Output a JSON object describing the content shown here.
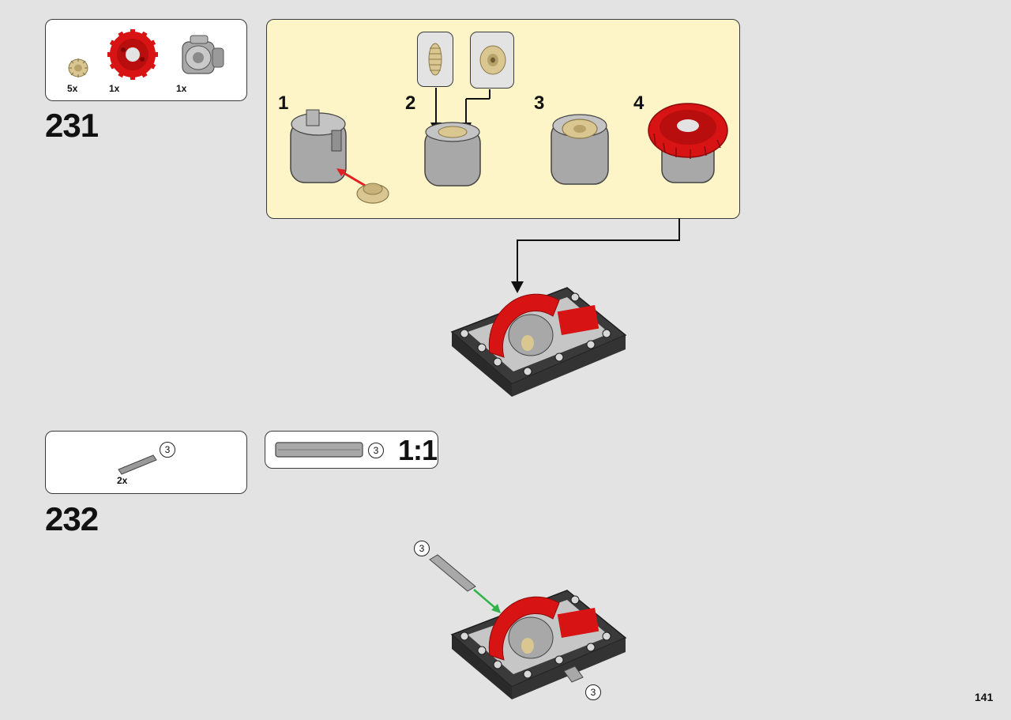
{
  "page_number": "141",
  "steps": [
    {
      "number": "231",
      "parts": [
        {
          "qty": "5x",
          "icon": "tan-bevel-gear-icon"
        },
        {
          "qty": "1x",
          "icon": "red-gear-icon"
        },
        {
          "qty": "1x",
          "icon": "gray-differential-housing-icon"
        }
      ],
      "substeps": [
        "1",
        "2",
        "3",
        "4"
      ]
    },
    {
      "number": "232",
      "parts": [
        {
          "qty": "2x",
          "icon": "gray-axle-icon",
          "length": "3"
        }
      ],
      "scale_callout": {
        "length": "3",
        "ratio": "1:1"
      },
      "assembly_labels": [
        "3",
        "3"
      ]
    }
  ],
  "colors": {
    "background": "#e3e3e3",
    "substep_panel": "#fdf4c8",
    "red_part": "#d81313",
    "tan_part": "#d9c690",
    "gray_part": "#a8a8a8",
    "dark_frame": "#3a3a3a",
    "red_arrow": "#e02020",
    "green_arrow": "#2fb34a"
  }
}
